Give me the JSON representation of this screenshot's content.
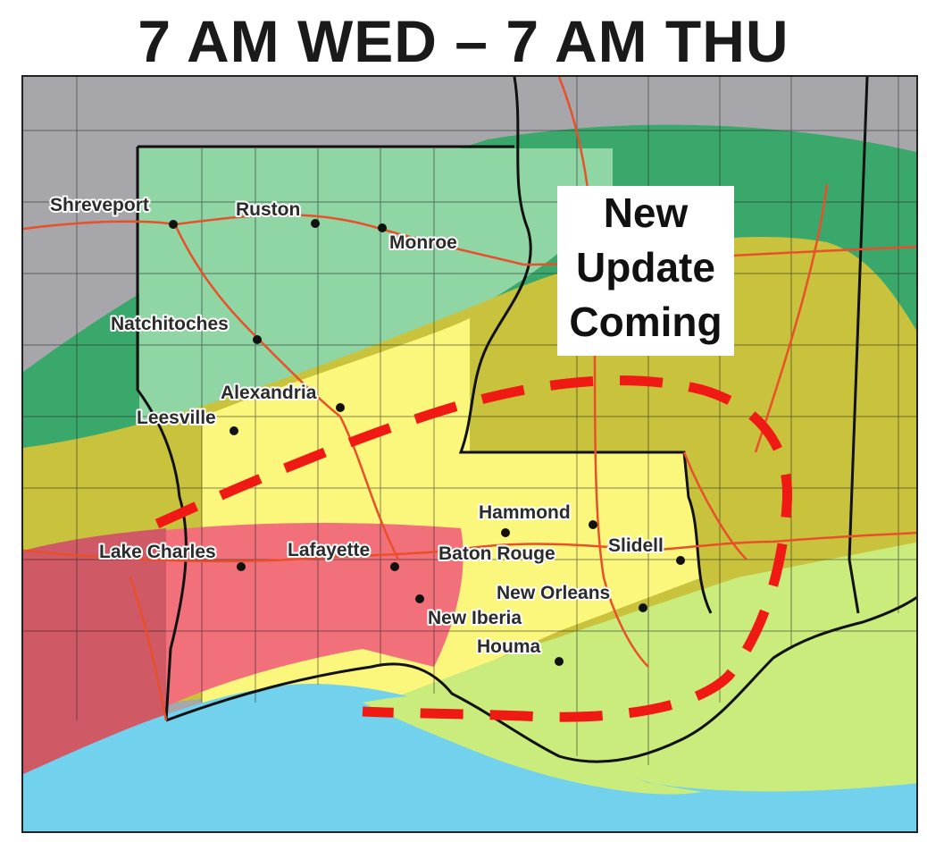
{
  "title": "7 AM WED – 7 AM THU",
  "update_note": [
    "New",
    "Update",
    "Coming"
  ],
  "colors": {
    "outside_gray": "#a7a6ab",
    "risk_green_dark": "#3aa86b",
    "risk_green_light": "#8fd6a4",
    "risk_olive": "#c8c23c",
    "risk_yellow": "#fbf67c",
    "risk_red_dark": "#cf5a65",
    "risk_red": "#f2707a",
    "coastal_green": "#c9ec7c",
    "water": "#72d1ec",
    "highway": "#e8502a",
    "dashed_outline": "#f01a14"
  },
  "cities": [
    {
      "name": "Shreveport"
    },
    {
      "name": "Ruston"
    },
    {
      "name": "Monroe"
    },
    {
      "name": "Natchitoches"
    },
    {
      "name": "Alexandria"
    },
    {
      "name": "Leesville"
    },
    {
      "name": "Lake Charles"
    },
    {
      "name": "Lafayette"
    },
    {
      "name": "New Iberia"
    },
    {
      "name": "Baton Rouge"
    },
    {
      "name": "Hammond"
    },
    {
      "name": "Slidell"
    },
    {
      "name": "New Orleans"
    },
    {
      "name": "Houma"
    }
  ]
}
